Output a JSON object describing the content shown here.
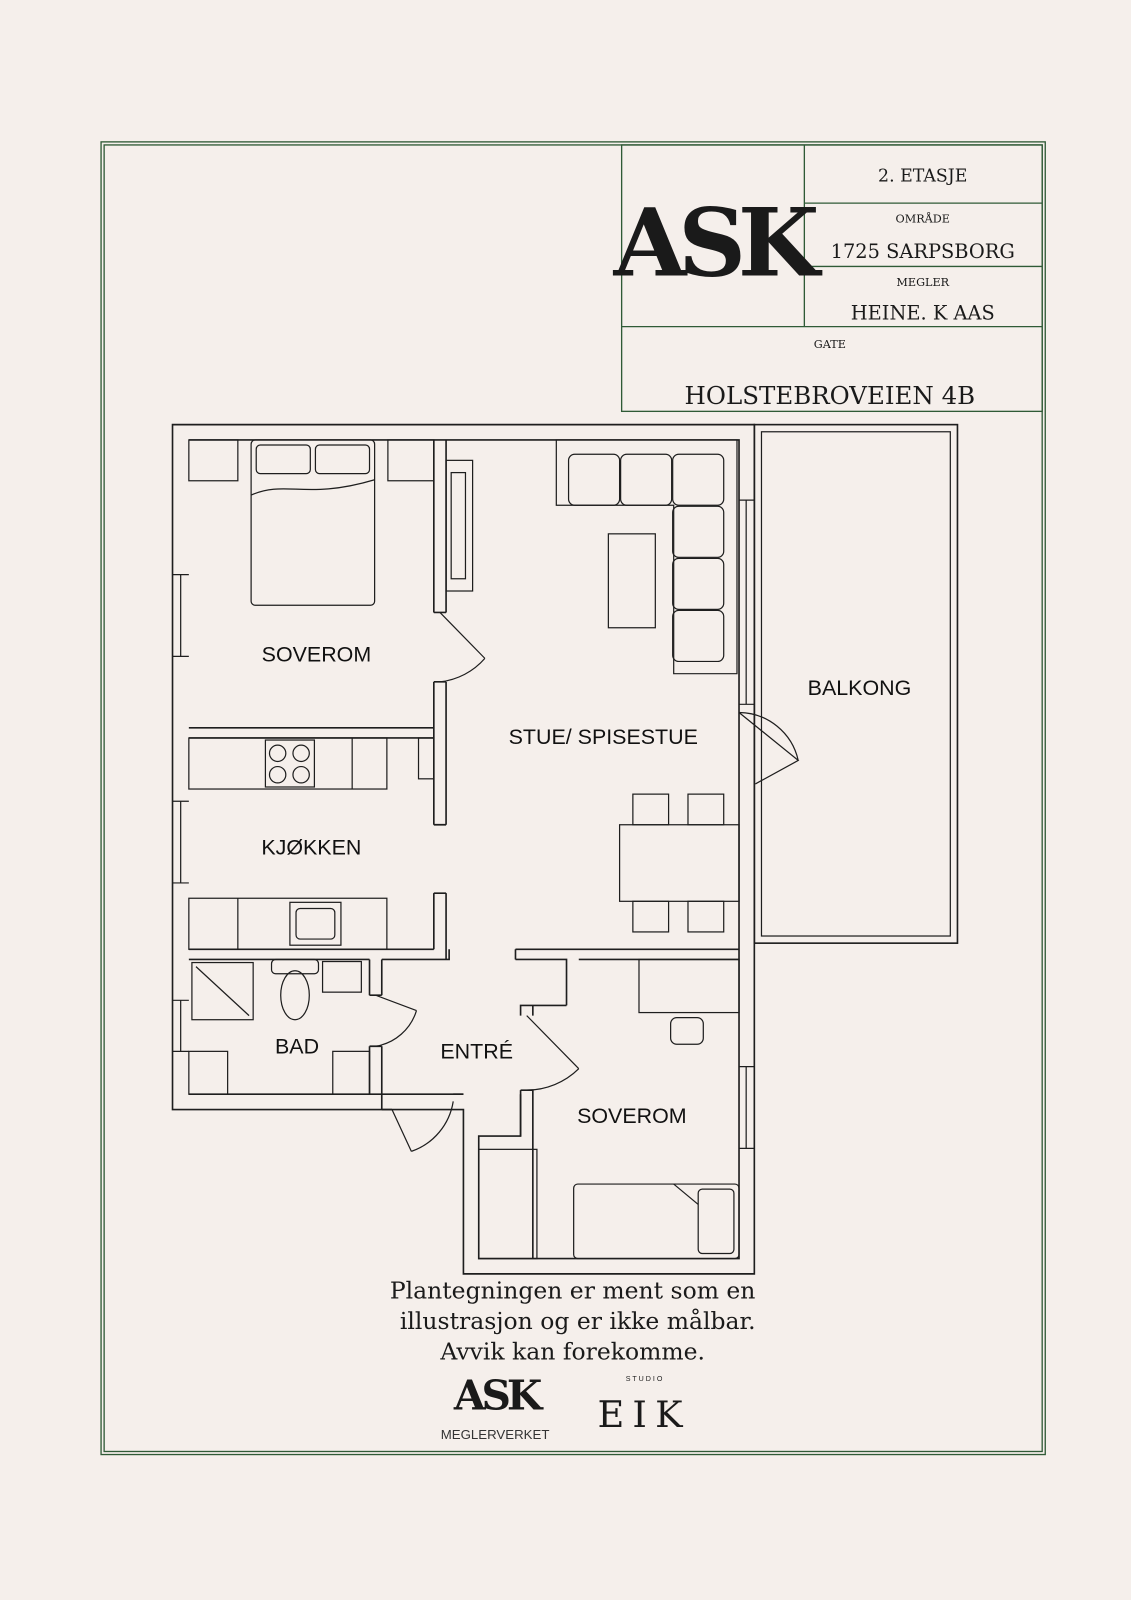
{
  "title_block": {
    "floor": "2. ETASJE",
    "area_label": "OMRÅDE",
    "area_value": "1725 SARPSBORG",
    "broker_label": "MEGLER",
    "broker_value": "HEINE. K AAS",
    "street_label": "GATE",
    "street_value": "HOLSTEBROVEIEN 4B",
    "logo_text": "ASK"
  },
  "rooms": {
    "bedroom1": "SOVEROM",
    "living": "STUE/ SPISESTUE",
    "balcony": "BALKONG",
    "kitchen": "KJØKKEN",
    "bathroom": "BAD",
    "entrance": "ENTRÉ",
    "bedroom2": "SOVEROM"
  },
  "disclaimer": [
    "Plantegningen er ment som en",
    "illustrasjon og er ikke målbar.",
    "Avvik kan forekomme."
  ],
  "footer_logos": {
    "ask_logo": "ASK",
    "ask_sub": "MEGLERVERKET",
    "eik_top": "S T U D I O",
    "eik_main": "EIK"
  },
  "colors": {
    "background": "#f5efeb",
    "frame": "#2f5a36",
    "ink": "#1e1e1e"
  }
}
